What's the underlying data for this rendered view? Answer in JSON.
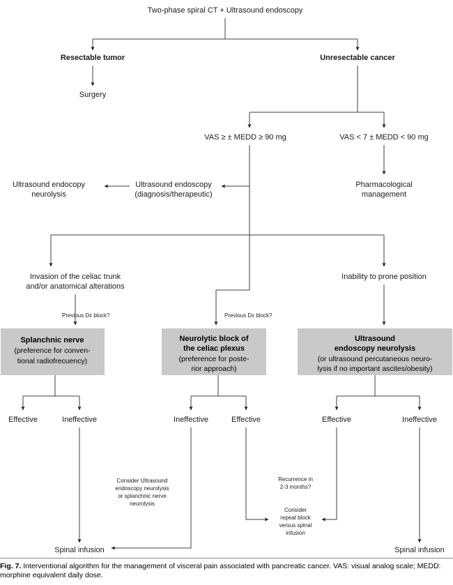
{
  "figure": {
    "number": "Fig. 7.",
    "caption": "Interventional algorithm for the management of visceral pain associated with pancreatic cancer. VAS: visual analog scale; MEDD: morphine equivalent daily dose.",
    "box_fill_color": "#c9c9c9",
    "line_color": "#3c3c3c"
  },
  "nodes": {
    "root": "Two-phase spiral CT + Ultrasound endoscopy",
    "resectable": "Resectable tumor",
    "unresectable": "Unresectable cancer",
    "surgery": "Surgery",
    "vas_high": "VAS ≥ ± MEDD ≥ 90 mg",
    "vas_low": "VAS < 7 ± MEDD < 90 mg",
    "us_endo_l1": "Ultrasound endoscopy",
    "us_endo_l2": "(diagnosis/therapeutic)",
    "us_neuro_l1": "Ultrasound endocopy",
    "us_neuro_l2": "neurolysis",
    "pharma_l1": "Pharmacological",
    "pharma_l2": "management",
    "invasion_l1": "Invasion of the celiac trunk",
    "invasion_l2": "and/or anatomical alterations",
    "inability": "Inability to prone position",
    "prev_dx_left": "Previous Dx block?",
    "prev_dx_mid": "Previous Dx block?"
  },
  "boxes": [
    {
      "id": "splanchnic",
      "lines": [
        {
          "text": "Splanchnic nerve",
          "bold": true
        },
        {
          "text": "(preference for conven-",
          "bold": false
        },
        {
          "text": "tional radiofrecuency)",
          "bold": false
        }
      ]
    },
    {
      "id": "neurolytic",
      "lines": [
        {
          "text": "Neurolytic block of",
          "bold": true
        },
        {
          "text": "the celiac plexus",
          "bold": true
        },
        {
          "text": "(preference for poste-",
          "bold": false
        },
        {
          "text": "rior approach)",
          "bold": false
        }
      ]
    },
    {
      "id": "us-endoscopy-neurolysis",
      "lines": [
        {
          "text": "Ultrasound",
          "bold": true
        },
        {
          "text": "endoscopy neurolysis",
          "bold": true
        },
        {
          "text": "(or ultrasound percutaneous neuro-",
          "bold": false
        },
        {
          "text": "lysis if no important ascites/obesity)",
          "bold": false
        }
      ]
    }
  ],
  "outcomes": {
    "o1": "Effective",
    "o2": "Ineffective",
    "o3": "Ineffective",
    "o4": "Effective",
    "o5": "Effective",
    "o6": "Ineffective"
  },
  "annotations": {
    "consider_us": [
      "Consider Ultrasound",
      "endoscopy neurolysis",
      "or splanchnic nerve",
      "neurolysis"
    ],
    "recurrence": [
      "Recurrence in",
      "2-3 months?"
    ],
    "repeat_block": [
      "Consider",
      "repeat block",
      "versus spinal",
      "infusion"
    ]
  },
  "terminals": {
    "spinal_left": "Spinal infusion",
    "spinal_right": "Spinal infusion"
  }
}
